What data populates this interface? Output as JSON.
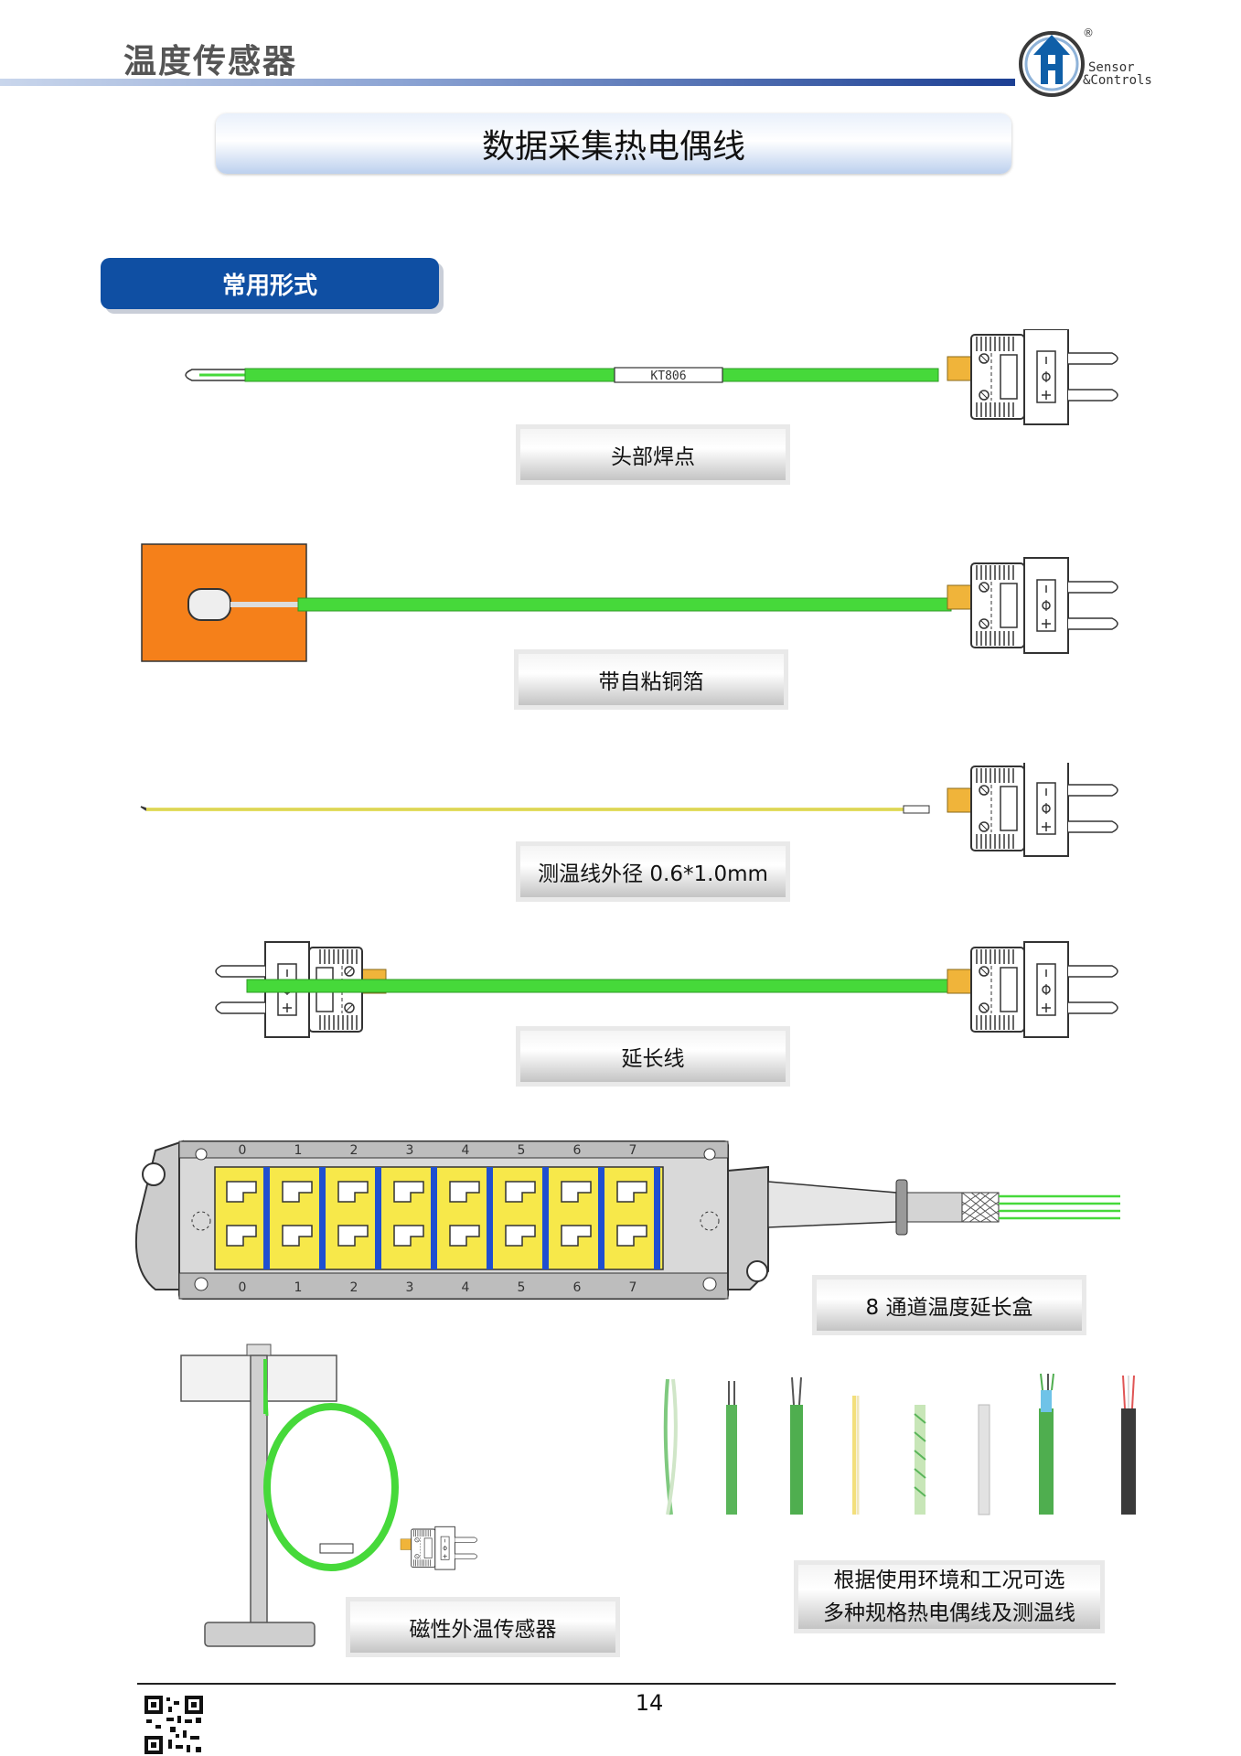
{
  "header": {
    "title": "温度传感器"
  },
  "logo": {
    "line1": "Sensor",
    "line2": "&Controls",
    "registered": "®",
    "brand_color": "#0f5fa8"
  },
  "banner": {
    "title": "数据采集热电偶线"
  },
  "section": {
    "label": "常用形式"
  },
  "items": [
    {
      "caption": "头部焊点",
      "cable_label": "KT806"
    },
    {
      "caption": "带自粘铜箔"
    },
    {
      "caption": "测温线外径 0.6*1.0mm"
    },
    {
      "caption": "延长线"
    },
    {
      "caption": "8 通道温度延长盒",
      "channels_top": [
        "0",
        "1",
        "2",
        "3",
        "4",
        "5",
        "6",
        "7"
      ],
      "channels_bottom": [
        "0",
        "1",
        "2",
        "3",
        "4",
        "5",
        "6",
        "7"
      ]
    },
    {
      "caption": "磁性外温传感器"
    },
    {
      "caption_line1": "根据使用环境和工况可选",
      "caption_line2": "多种规格热电偶线及测温线"
    }
  ],
  "connector": {
    "minus": "-",
    "plus": "+"
  },
  "colors": {
    "cable_green": "#46d93a",
    "copper_foil": "#f5801a",
    "connector_yellow": "#f0b43a",
    "box_yellow": "#f7e84a",
    "box_blue": "#1f4fd0"
  },
  "footer": {
    "page_number": "14"
  }
}
